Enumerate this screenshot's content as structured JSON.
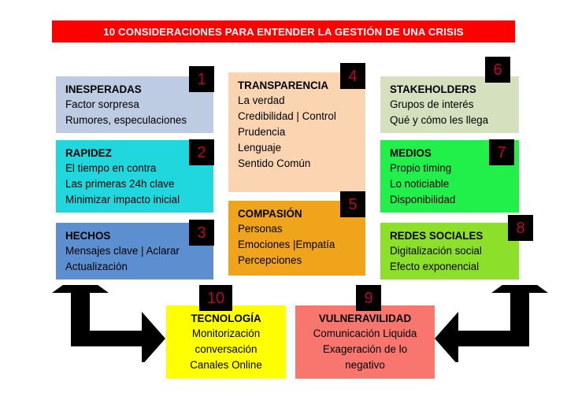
{
  "header": {
    "title": "10 CONSIDERACIONES PARA ENTENDER LA GESTIÓN DE UNA CRISIS",
    "banner_color": "#FF0000",
    "text_color": "#FFFFFF"
  },
  "badge_style": {
    "background": "#000000",
    "number_color": "#C00030"
  },
  "cards": [
    {
      "number": "1",
      "title": "INESPERADAS",
      "lines": [
        "Factor sorpresa",
        "Rumores, especulaciones"
      ],
      "color": "#BDCCE3",
      "align": "left"
    },
    {
      "number": "2",
      "title": "RAPIDEZ",
      "lines": [
        "El tiempo en contra",
        "Las primeras 24h clave",
        "Minimizar impacto inicial"
      ],
      "color": "#21D7DE",
      "align": "left"
    },
    {
      "number": "3",
      "title": "HECHOS",
      "lines": [
        "Mensajes clave | Aclarar",
        "Actualización"
      ],
      "color": "#5B8FD0",
      "align": "left"
    },
    {
      "number": "4",
      "title": "TRANSPARENCIA",
      "lines": [
        "La verdad",
        "Credibilidad | Control",
        "Prudencia",
        "Lenguaje",
        "Sentido Común"
      ],
      "color": "#FBD5B1",
      "align": "left"
    },
    {
      "number": "5",
      "title": "COMPASIÓN",
      "lines": [
        "Personas",
        "Emociones |Empatía",
        "Percepciones"
      ],
      "color": "#F0A41C",
      "align": "left"
    },
    {
      "number": "6",
      "title": "STAKEHOLDERS",
      "lines": [
        "Grupos de interés",
        "Qué y cómo les llega"
      ],
      "color": "#D5E0BE",
      "align": "left"
    },
    {
      "number": "7",
      "title": "MEDIOS",
      "lines": [
        "Propio timing",
        "Lo noticiable",
        "Disponibilidad"
      ],
      "color": "#22F04A",
      "align": "left"
    },
    {
      "number": "8",
      "title": "REDES SOCIALES",
      "lines": [
        "Digitalización social",
        "Efecto exponencial"
      ],
      "color": "#8CE02A",
      "align": "left"
    },
    {
      "number": "9",
      "title": "VULNERAVILIDAD",
      "lines": [
        "Comunicación Liquida",
        "Exageración de lo",
        "negativo"
      ],
      "color": "#F8766E",
      "align": "center"
    },
    {
      "number": "10",
      "title": "TECNOLOGÍA",
      "lines": [
        "Monitorización",
        "conversación",
        "Canales Online"
      ],
      "color": "#FFFF00",
      "align": "center"
    }
  ],
  "arrows": [
    {
      "name": "left-corner-arrow",
      "direction": "up-and-right",
      "color": "#000000"
    },
    {
      "name": "right-corner-arrow",
      "direction": "up-and-left",
      "color": "#000000"
    }
  ]
}
